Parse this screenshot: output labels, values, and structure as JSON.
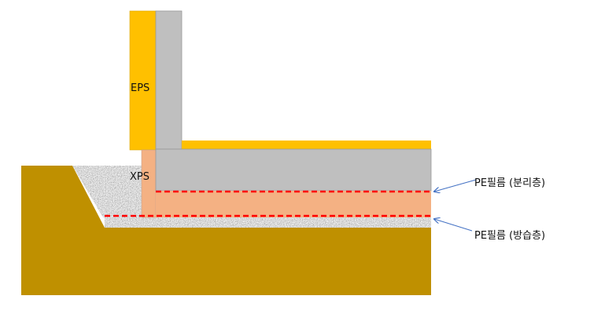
{
  "labels": {
    "eps": "EPS",
    "xps": "XPS",
    "pe_separation": "PE필름 (분리층)",
    "pe_vapor_barrier": "PE필름 (방습층)"
  },
  "colors": {
    "soil": "#BF9000",
    "eps": "#FFC000",
    "concrete": "#BFBFBF",
    "xps": "#F4B183",
    "film": "#FF0000",
    "arrow": "#4472C4"
  }
}
